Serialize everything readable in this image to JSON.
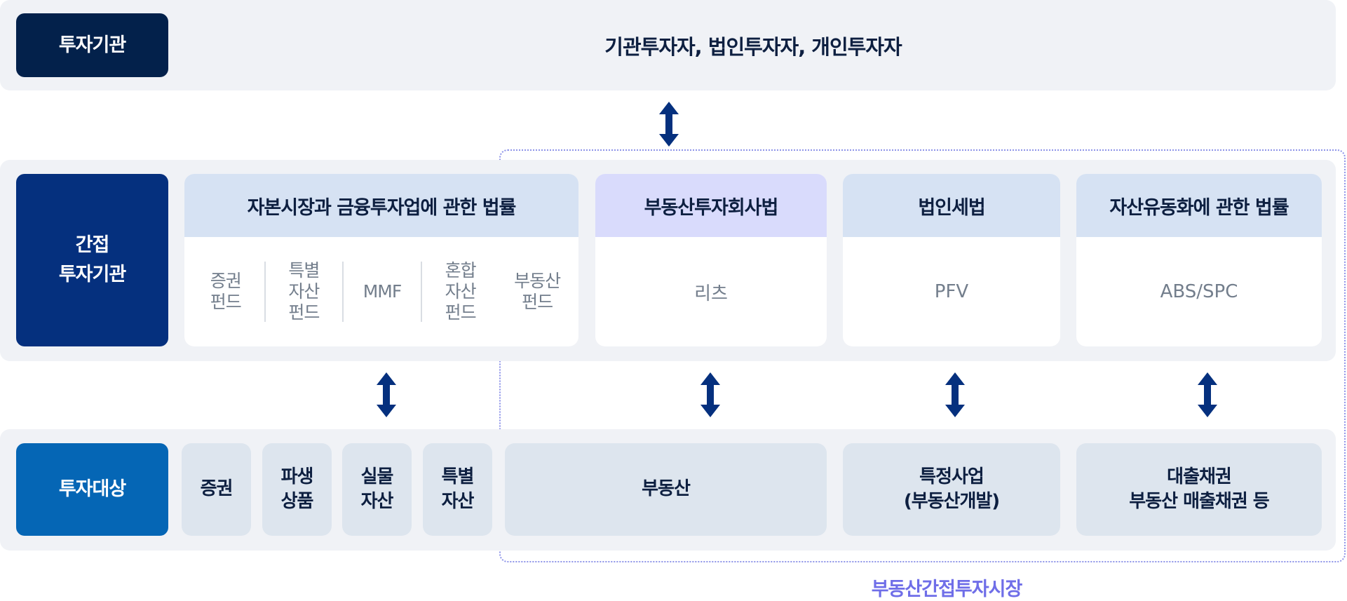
{
  "rows": {
    "investors": {
      "label": "투자기관",
      "content": "기관투자자, 법인투자자, 개인투자자"
    },
    "intermediaries": {
      "label_line1": "간접",
      "label_line2": "투자기관",
      "laws": [
        {
          "title": "자본시장과 금융투자업에 관한 법률",
          "funds": [
            {
              "line1": "증권",
              "line2": "펀드",
              "line3": ""
            },
            {
              "line1": "특별",
              "line2": "자산",
              "line3": "펀드"
            },
            {
              "line1": "MMF",
              "line2": "",
              "line3": ""
            },
            {
              "line1": "혼합",
              "line2": "자산",
              "line3": "펀드"
            },
            {
              "line1": "부동산",
              "line2": "펀드",
              "line3": ""
            }
          ]
        },
        {
          "title": "부동산투자회사법",
          "vehicle": "리츠"
        },
        {
          "title": "법인세법",
          "vehicle": "PFV"
        },
        {
          "title": "자산유동화에 관한 법률",
          "vehicle": "ABS/SPC"
        }
      ]
    },
    "targets": {
      "label": "투자대상",
      "items": [
        {
          "line1": "증권",
          "line2": ""
        },
        {
          "line1": "파생",
          "line2": "상품"
        },
        {
          "line1": "실물",
          "line2": "자산"
        },
        {
          "line1": "특별",
          "line2": "자산"
        },
        {
          "line1": "부동산",
          "line2": ""
        },
        {
          "line1": "특정사업",
          "line2": "(부동산개발)"
        },
        {
          "line1": "대출채권",
          "line2": "부동산 매출채권 등"
        }
      ]
    }
  },
  "market_area": {
    "label": "부동산간접투자시장"
  },
  "icons": {
    "arrows": [
      "double-arrow-vertical",
      "double-arrow-vertical",
      "double-arrow-vertical",
      "double-arrow-vertical",
      "double-arrow-vertical"
    ]
  },
  "colors": {
    "navy_label": "#03214b",
    "mid_label": "#05307e",
    "target_label": "#0566b5",
    "arrow": "#05307e",
    "market_outline": "#8d93e8",
    "market_text": "#6f6ee8"
  }
}
